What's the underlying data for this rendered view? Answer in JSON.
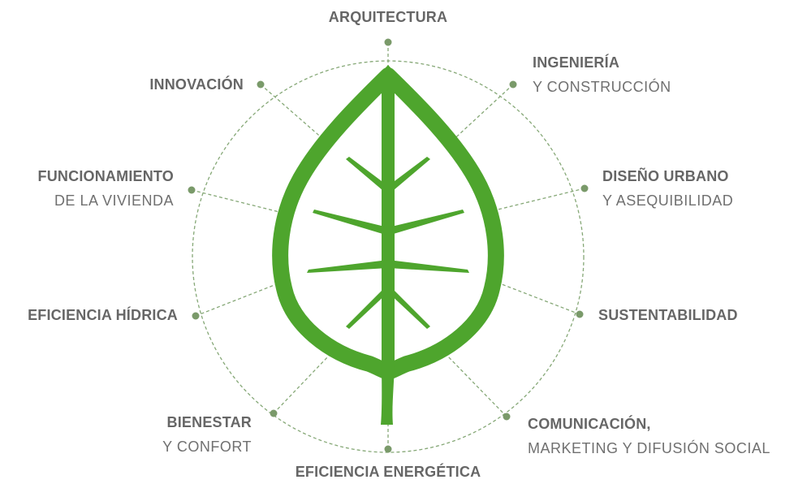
{
  "colors": {
    "leaf": "#4ea52d",
    "ring": "#7a9a6a",
    "text": "#666666"
  },
  "icon": "leaf-icon",
  "labels": [
    {
      "id": "arquitectura",
      "line1": "ARQUITECTURA",
      "line2": ""
    },
    {
      "id": "ingenieria",
      "line1": "INGENIERÍA",
      "line2": "Y CONSTRUCCIÓN"
    },
    {
      "id": "diseno",
      "line1": "DISEÑO URBANO",
      "line2": "Y ASEQUIBILIDAD"
    },
    {
      "id": "sustentabilidad",
      "line1": "SUSTENTABILIDAD",
      "line2": ""
    },
    {
      "id": "comunicacion",
      "line1": "COMUNICACIÓN,",
      "line2": "MARKETING Y DIFUSIÓN SOCIAL"
    },
    {
      "id": "energetica",
      "line1": "EFICIENCIA ENERGÉTICA",
      "line2": ""
    },
    {
      "id": "bienestar",
      "line1": "BIENESTAR",
      "line2": "Y CONFORT"
    },
    {
      "id": "hidrica",
      "line1": "EFICIENCIA HÍDRICA",
      "line2": ""
    },
    {
      "id": "funcionamiento",
      "line1": "FUNCIONAMIENTO",
      "line2": "DE LA VIVIENDA"
    },
    {
      "id": "innovacion",
      "line1": "INNOVACIÓN",
      "line2": ""
    }
  ]
}
